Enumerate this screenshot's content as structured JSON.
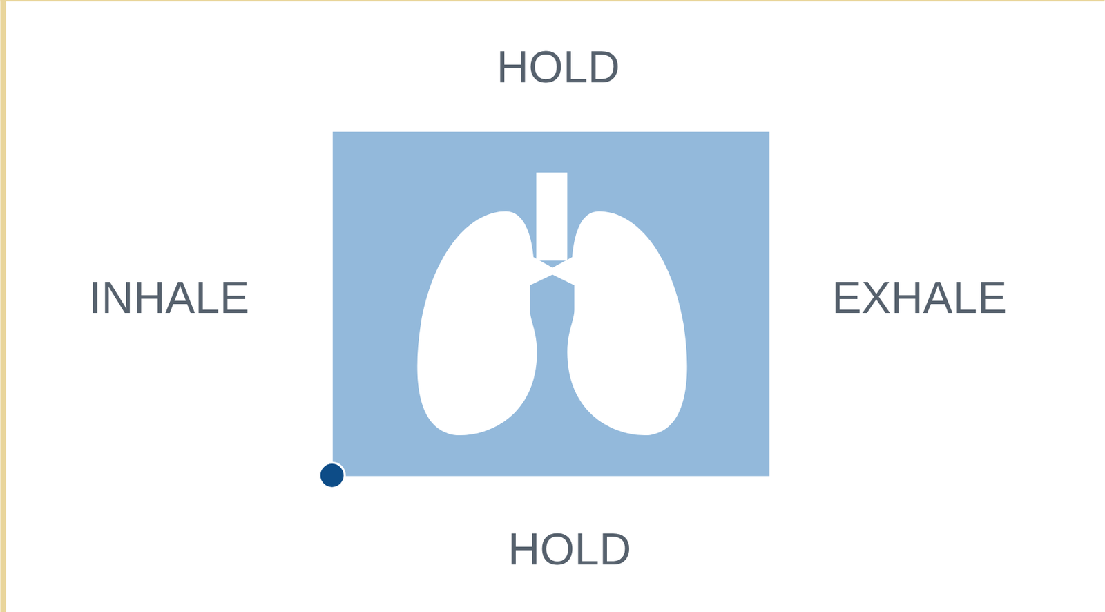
{
  "diagram": {
    "labels": [
      "HOLD",
      "INHALE",
      "EXHALE",
      "HOLD"
    ]
  }
}
